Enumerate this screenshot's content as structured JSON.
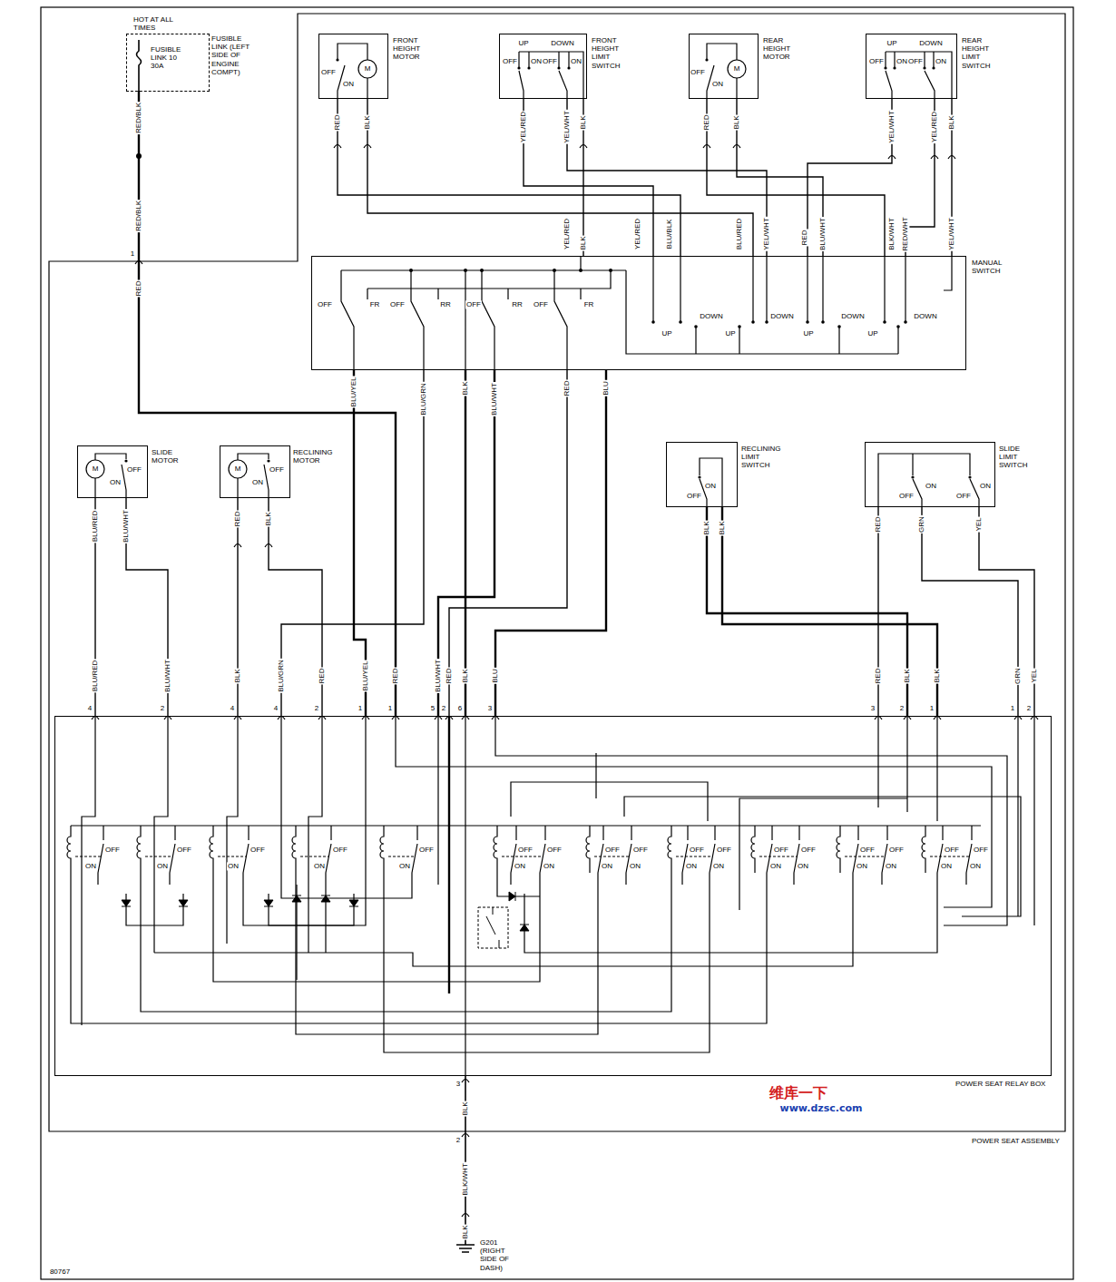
{
  "diagram": {
    "nodes": [
      {
        "text": [
          "HOT AT ALL TIMES",
          "FUSIBLE LINK 10 30A",
          "FUSIBLE LINK (LEFT SIDE OF ENGINE COMPT)"
        ]
      },
      {
        "text": [
          "POWER SEAT ASSEMBLY"
        ]
      },
      {
        "text": [
          "FRONT HEIGHT MOTOR"
        ],
        "in": 1
      },
      {
        "text": [
          "FRONT HEIGHT LIMIT SWITCH"
        ],
        "in": 1
      },
      {
        "text": [
          "REAR HEIGHT MOTOR"
        ],
        "in": 1
      },
      {
        "text": [
          "REAR HEIGHT LIMIT SWITCH"
        ],
        "in": 1
      },
      {
        "text": [
          "MANUAL SWITCH"
        ],
        "in": 1
      },
      {
        "text": [
          "SLIDE MOTOR"
        ],
        "in": 1
      },
      {
        "text": [
          "RECLINING MOTOR"
        ],
        "in": 1
      },
      {
        "text": [
          "RECLINING LIMIT SWITCH"
        ],
        "in": 1
      },
      {
        "text": [
          "SLIDE LIMIT SWITCH"
        ],
        "in": 1
      },
      {
        "text": [
          "POWER SEAT RELAY BOX"
        ],
        "in": 1
      }
    ],
    "edges": [
      {
        "from": 0,
        "to": 11,
        "arrow": "none",
        "label": "RED/BLK"
      },
      {
        "from": 2,
        "to": 6,
        "arrow": "none",
        "label": "RED"
      },
      {
        "from": 2,
        "to": 6,
        "arrow": "none",
        "label": "BLK"
      },
      {
        "from": 3,
        "to": 6,
        "arrow": "none",
        "label": "YEL/RED"
      },
      {
        "from": 3,
        "to": 6,
        "arrow": "none",
        "label": "YEL/WHT"
      },
      {
        "from": 3,
        "to": 6,
        "arrow": "none",
        "label": "BLK"
      },
      {
        "from": 4,
        "to": 6,
        "arrow": "none",
        "label": "RED"
      },
      {
        "from": 4,
        "to": 6,
        "arrow": "none",
        "label": "BLK"
      },
      {
        "from": 5,
        "to": 6,
        "arrow": "none",
        "label": "YEL/WHT"
      },
      {
        "from": 5,
        "to": 6,
        "arrow": "none",
        "label": "YEL/RED"
      },
      {
        "from": 5,
        "to": 6,
        "arrow": "none",
        "label": "BLK"
      },
      {
        "from": 6,
        "to": 11,
        "arrow": "none",
        "label": "BLU/YEL"
      },
      {
        "from": 6,
        "to": 11,
        "arrow": "none",
        "label": "BLU/GRN"
      },
      {
        "from": 6,
        "to": 11,
        "arrow": "none",
        "label": "BLK"
      },
      {
        "from": 6,
        "to": 11,
        "arrow": "none",
        "label": "BLU/WHT"
      },
      {
        "from": 6,
        "to": 11,
        "arrow": "none",
        "label": "RED"
      },
      {
        "from": 6,
        "to": 11,
        "arrow": "none",
        "label": "BLU"
      },
      {
        "from": 7,
        "to": 11,
        "arrow": "none",
        "label": "BLU/RED"
      },
      {
        "from": 7,
        "to": 11,
        "arrow": "none",
        "label": "BLU/WHT"
      },
      {
        "from": 8,
        "to": 11,
        "arrow": "none",
        "label": "RED"
      },
      {
        "from": 8,
        "to": 11,
        "arrow": "none",
        "label": "BLK"
      },
      {
        "from": 9,
        "to": 11,
        "arrow": "none",
        "label": "BLK"
      },
      {
        "from": 9,
        "to": 11,
        "arrow": "none",
        "label": "BLK"
      },
      {
        "from": 10,
        "to": 11,
        "arrow": "none",
        "label": "RED"
      },
      {
        "from": 10,
        "to": 11,
        "arrow": "none",
        "label": "GRN"
      },
      {
        "from": 10,
        "to": 11,
        "arrow": "none",
        "label": "YEL"
      }
    ],
    "labels": [
      "RED/BLK",
      "1",
      "RED",
      "OFF",
      "ON",
      "M",
      "UP",
      "DOWN",
      "OFF",
      "ON",
      "OFF",
      "ON",
      "OFF",
      "ON",
      "M",
      "UP",
      "DOWN",
      "OFF",
      "ON",
      "OFF",
      "ON",
      "YEL/RED",
      "BLK",
      "YEL/RED",
      "BLU/BLK",
      "BLU/RED",
      "YEL/WHT",
      "RED",
      "BLU/WHT",
      "BLK/WHT",
      "RED/WHT",
      "YEL/WHT",
      "OFF",
      "FR",
      "OFF",
      "RR",
      "OFF",
      "RR",
      "OFF",
      "FR",
      "UP",
      "DOWN",
      "UP",
      "DOWN",
      "UP",
      "DOWN",
      "UP",
      "DOWN",
      "M",
      "OFF",
      "ON",
      "M",
      "OFF",
      "ON",
      "OFF",
      "ON",
      "OFF",
      "ON",
      "OFF",
      "ON",
      "BLU/RED",
      "BLU/WHT",
      "BLK",
      "BLU/GRN",
      "RED",
      "BLU/YEL",
      "RED",
      "BLU/WHT",
      "RED",
      "BLK",
      "BLU",
      "RED",
      "BLK",
      "BLK",
      "GRN",
      "YEL",
      "4",
      "2",
      "4",
      "4",
      "2",
      "1",
      "1",
      "5",
      "2",
      "6",
      "3",
      "3",
      "2",
      "1",
      "1",
      "2",
      "OFF",
      "ON",
      "OFF",
      "ON",
      "OFF",
      "ON",
      "OFF",
      "ON",
      "OFF",
      "ON",
      "OFF",
      "OFF",
      "ON",
      "ON",
      "OFF",
      "OFF",
      "ON",
      "ON",
      "OFF",
      "OFF",
      "ON",
      "ON",
      "OFF",
      "OFF",
      "ON",
      "ON",
      "OFF",
      "OFF",
      "ON",
      "ON",
      "OFF",
      "OFF",
      "ON",
      "ON",
      "3",
      "BLK",
      "2",
      "BLK/WHT",
      "BLK",
      "G201 (RIGHT SIDE OF DASH)",
      "80767",
      "维库一下",
      "www.dzsc.com"
    ]
  }
}
